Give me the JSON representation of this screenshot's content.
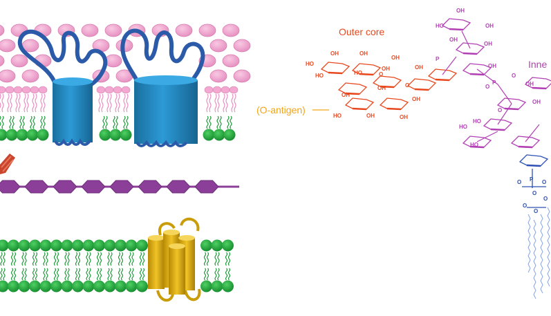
{
  "labels": {
    "outer_core": "Outer core",
    "inner_core": "Inne",
    "o_antigen": "(O-antigen)"
  },
  "glyph_text": {
    "oh": "OH",
    "ho": "HO",
    "o": "O",
    "p": "P"
  },
  "colors": {
    "outer_core": "#e8481d",
    "inner_core": "#b13fb3",
    "o_antigen": "#f2a516",
    "lipid_a": "#2c4fb5",
    "lps_pink": "#f2a8d0",
    "membrane_green": "#1f9a3a",
    "beta_barrel": "#2b8fc6",
    "barrel_loop": "#2b5aa8",
    "peptidoglycan": "#8c3f98",
    "helix_bundle": "#d9ad12",
    "lipoprotein": "#c9452d"
  }
}
